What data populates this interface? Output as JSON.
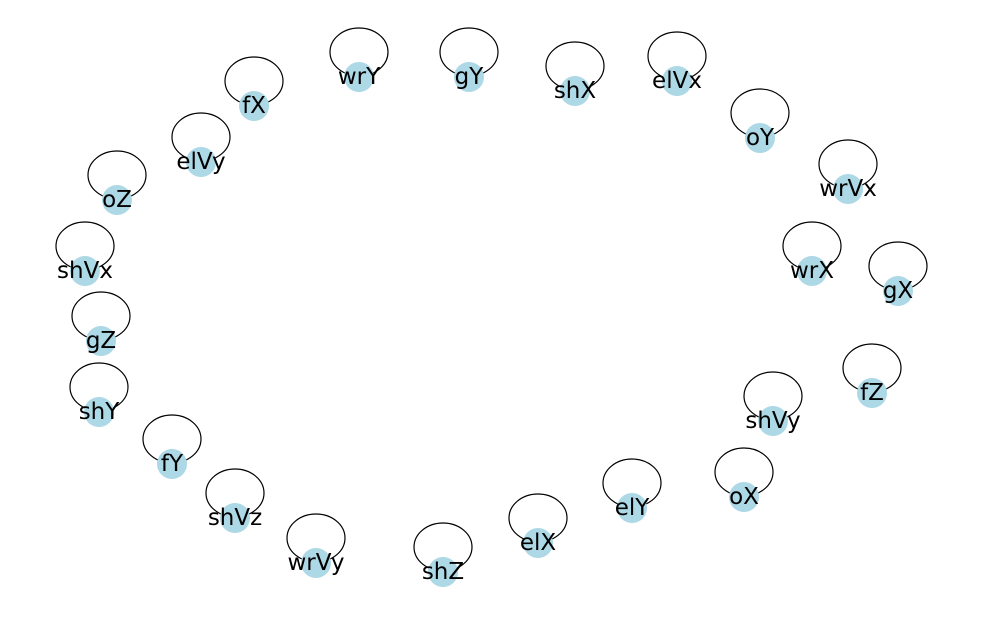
{
  "graph": {
    "directed": false,
    "node_color": "#add8e6",
    "edge_color": "#000000",
    "nodes": [
      "wrY",
      "gY",
      "shX",
      "elVx",
      "fX",
      "oY",
      "elVy",
      "wrVx",
      "oZ",
      "shVx",
      "wrX",
      "gX",
      "gZ",
      "fZ",
      "shY",
      "shVy",
      "fY",
      "oX",
      "elY",
      "shVz",
      "elX",
      "wrVy",
      "shZ"
    ],
    "edges": [
      [
        "wrY",
        "wrY"
      ],
      [
        "gY",
        "gY"
      ],
      [
        "shX",
        "shX"
      ],
      [
        "elVx",
        "elVx"
      ],
      [
        "fX",
        "fX"
      ],
      [
        "oY",
        "oY"
      ],
      [
        "elVy",
        "elVy"
      ],
      [
        "wrVx",
        "wrVx"
      ],
      [
        "oZ",
        "oZ"
      ],
      [
        "shVx",
        "shVx"
      ],
      [
        "wrX",
        "wrX"
      ],
      [
        "gX",
        "gX"
      ],
      [
        "gZ",
        "gZ"
      ],
      [
        "fZ",
        "fZ"
      ],
      [
        "shY",
        "shY"
      ],
      [
        "shVy",
        "shVy"
      ],
      [
        "fY",
        "fY"
      ],
      [
        "oX",
        "oX"
      ],
      [
        "elY",
        "elY"
      ],
      [
        "shVz",
        "shVz"
      ],
      [
        "elX",
        "elX"
      ],
      [
        "wrVy",
        "wrVy"
      ],
      [
        "shZ",
        "shZ"
      ]
    ]
  }
}
